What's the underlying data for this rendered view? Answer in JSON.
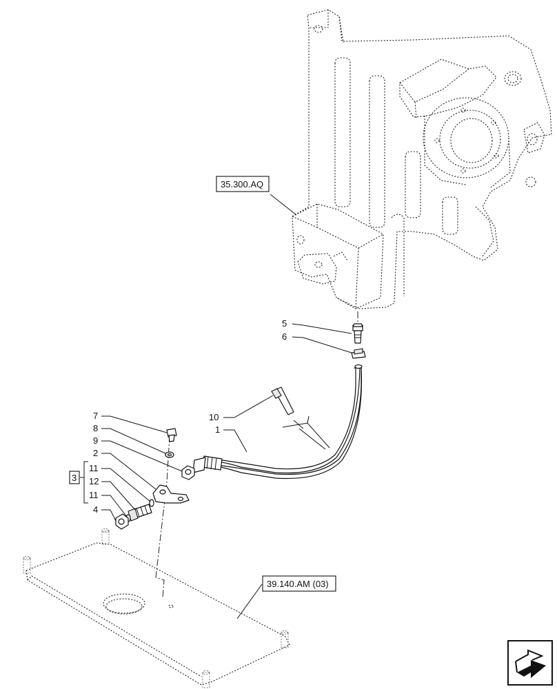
{
  "diagram": {
    "part_numbers": {
      "p1": "1",
      "p2": "2",
      "p3": "3",
      "p4": "4",
      "p5": "5",
      "p6": "6",
      "p7": "7",
      "p8": "8",
      "p9": "9",
      "p10": "10",
      "p11a": "11",
      "p12": "12",
      "p11b": "11"
    },
    "references": {
      "frame_ref": "35.300.AQ",
      "plate_ref": "39.140.AM (03)"
    },
    "nav_icon": "next-page-arrow-icon"
  }
}
